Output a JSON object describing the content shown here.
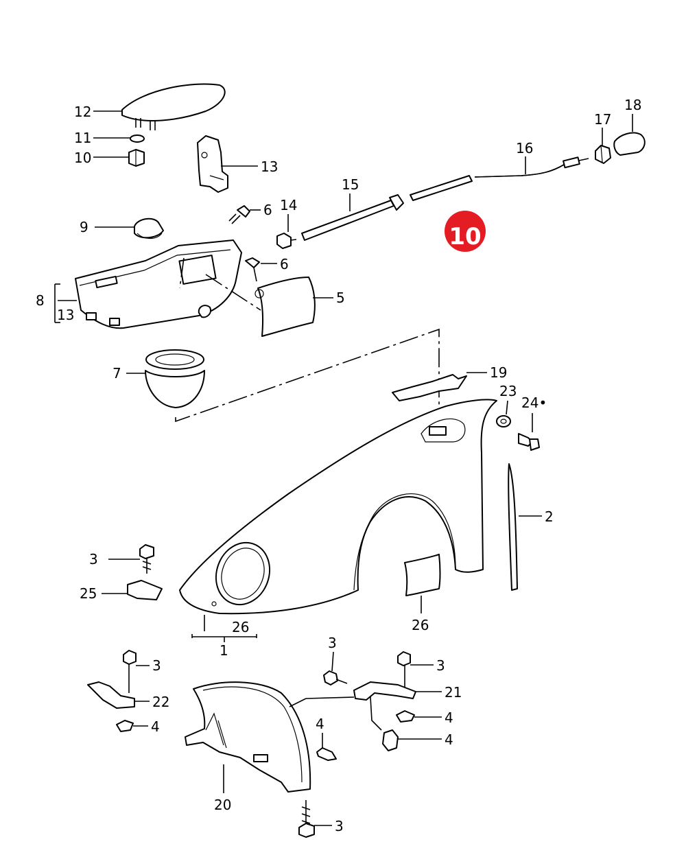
{
  "badge": {
    "text": "10",
    "color": "#e41c23"
  },
  "labels": {
    "l12": "12",
    "l11": "11",
    "l10": "10",
    "l13a": "13",
    "l18": "18",
    "l17": "17",
    "l16": "16",
    "l15": "15",
    "l14": "14",
    "l6a": "6",
    "l6b": "6",
    "l9": "9",
    "l8": "8",
    "l13b": "13",
    "l5": "5",
    "l7": "7",
    "l19": "19",
    "l23": "23",
    "l24": "24•",
    "l2": "2",
    "l3a": "3",
    "l25": "25",
    "l26a": "26",
    "l1": "1",
    "l26b": "26",
    "l3b": "3",
    "l22": "22",
    "l4a": "4",
    "l3c": "3",
    "l3d": "3",
    "l21": "21",
    "l4b": "4",
    "l4c": "4",
    "l4d": "4",
    "l20": "20",
    "l3e": "3"
  }
}
